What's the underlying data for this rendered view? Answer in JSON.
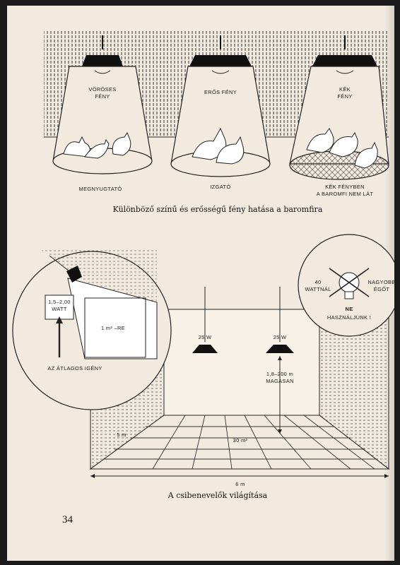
{
  "top_figure": {
    "lamp_labels": [
      "VÖRÖSES\nFÉNY",
      "ERŐS FÉNY",
      "KÉK\nFÉNY"
    ],
    "bottom_labels": [
      "MEGNYUGTATÓ",
      "IZGATÓ",
      "KÉK FÉNYBEN\nA BAROMFI NEM LÁT"
    ],
    "caption": "Különböző színű és erősségű fény hatása a baromfira"
  },
  "bottom_figure": {
    "watt_box": "1,5–2,00\nWATT",
    "area_label": "1 m² –RE",
    "avg_need": "AZ ÁTLAGOS IGÉNY",
    "bulb_left_label": "25 W",
    "bulb_right_label": "25 W",
    "height_label": "1,8–200 m\nMAGASAN",
    "floor_area": "30 m²",
    "width_label": "6 m",
    "depth_label": "5 m",
    "no_bulb": {
      "left": "40\nWATTNÁL",
      "right": "NAGYOBB\nÉGŐT",
      "ne": "NE",
      "use": "HASZNÁLJUNK !"
    },
    "caption": "A csibenevelők világítása"
  },
  "page_number": "34"
}
